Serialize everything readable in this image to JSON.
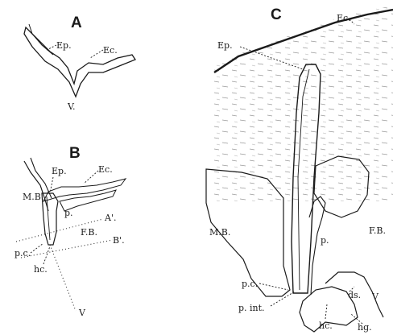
{
  "panels": {
    "A": {
      "title": "A",
      "labels": {
        "ep": "Ep.",
        "ec": "Ec.",
        "v": "V."
      }
    },
    "B": {
      "title": "B",
      "labels": {
        "ep": "Ep.",
        "ec": "Ec.",
        "mb": "M.B.",
        "p": "p.",
        "a_prime": "A'.",
        "fb": "F.B.",
        "pc": "p.c.",
        "hc": "hc.",
        "b_prime": "B'.",
        "v": "V"
      }
    },
    "C": {
      "title": "C",
      "labels": {
        "ec": "Ec.",
        "ep": "Ep.",
        "mb": "M.B.",
        "p": "p.",
        "fb": "F.B.",
        "pc": "p.c.",
        "p_int": "p. int.",
        "hc": "hc.",
        "ds": "ds.",
        "v": "V",
        "hg": "hg."
      }
    }
  }
}
